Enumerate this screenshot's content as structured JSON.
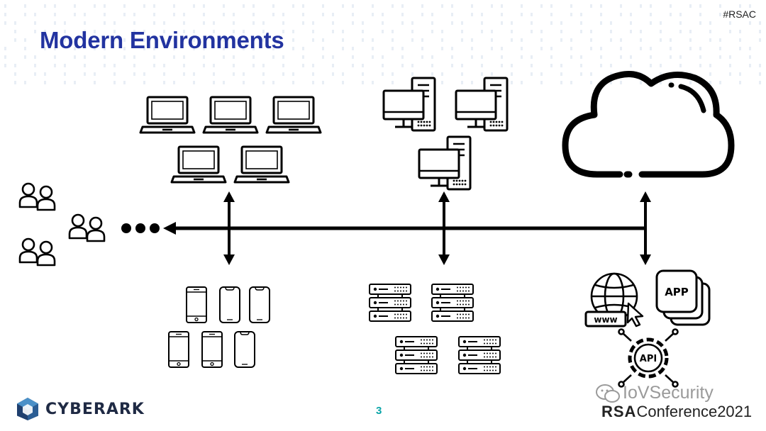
{
  "slide": {
    "title": "Modern Environments",
    "hashtag": "#RSAC",
    "page_number": "3"
  },
  "diagram": {
    "icons": [
      "users-icon",
      "laptop-icon",
      "desktop-computer-icon",
      "cloud-icon",
      "smartphone-icon",
      "server-rack-icon",
      "www-icon",
      "app-icon",
      "api-gear-icon"
    ],
    "app_label": "APP",
    "www_label": "www",
    "api_label": "API",
    "line_color": "#000000"
  },
  "footer": {
    "brand_part1": "CYBER",
    "brand_part2": "ARK",
    "watermark": "IoVSecurity",
    "conference_bold": "RSA",
    "conference_rest": "Conference2021"
  },
  "colors": {
    "title": "#2233a0",
    "page_number": "#0aa5a8",
    "logo_dark": "#1f3f6e",
    "logo_light": "#4a90c8"
  }
}
